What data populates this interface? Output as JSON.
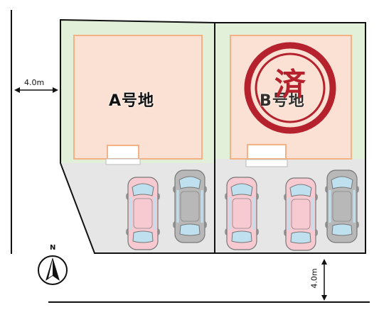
{
  "plan": {
    "lots": [
      {
        "name": "A号地",
        "sold": false
      },
      {
        "name": "B号地",
        "sold": true,
        "stamp": "済"
      }
    ],
    "road_west": {
      "width_label": "4.0m"
    },
    "road_south": {
      "width_label": "4.0m"
    },
    "north_label": "N",
    "colors": {
      "lawn": "#e2f0d9",
      "building": "#fbe1d4",
      "building_border": "#f4b183",
      "parking": "#e6e6e6",
      "stamp": "#b5222e",
      "car_pink": "#f7c9d0",
      "car_gray": "#b8b8b8"
    }
  }
}
